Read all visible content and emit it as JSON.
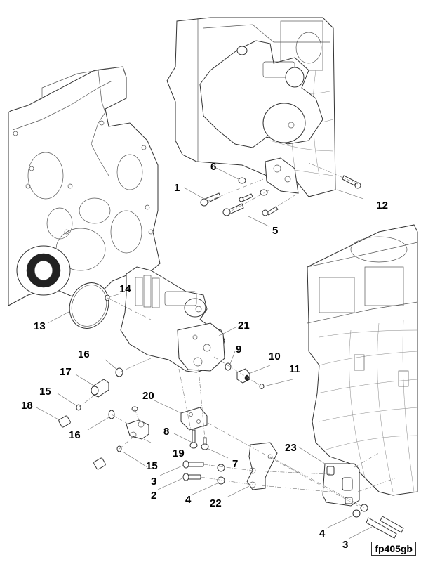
{
  "figure": {
    "code": "fp405gb",
    "type": "exploded parts diagram"
  },
  "assemblies": [
    {
      "name": "front-timing-cover"
    },
    {
      "name": "engine-block-rear-top"
    },
    {
      "name": "engine-block-lower-right"
    },
    {
      "name": "hydraulic-pump"
    }
  ],
  "callouts": [
    {
      "id": "c1",
      "label": "1"
    },
    {
      "id": "c6",
      "label": "6"
    },
    {
      "id": "c12",
      "label": "12"
    },
    {
      "id": "c5",
      "label": "5"
    },
    {
      "id": "c14",
      "label": "14"
    },
    {
      "id": "c13",
      "label": "13"
    },
    {
      "id": "c21",
      "label": "21"
    },
    {
      "id": "c16a",
      "label": "16"
    },
    {
      "id": "c9",
      "label": "9"
    },
    {
      "id": "c10",
      "label": "10"
    },
    {
      "id": "c11",
      "label": "11"
    },
    {
      "id": "c17",
      "label": "17"
    },
    {
      "id": "c15a",
      "label": "15"
    },
    {
      "id": "c20",
      "label": "20"
    },
    {
      "id": "c18",
      "label": "18"
    },
    {
      "id": "c16b",
      "label": "16"
    },
    {
      "id": "c8",
      "label": "8"
    },
    {
      "id": "c19",
      "label": "19"
    },
    {
      "id": "c15b",
      "label": "15"
    },
    {
      "id": "c7",
      "label": "7"
    },
    {
      "id": "c23",
      "label": "23"
    },
    {
      "id": "c3a",
      "label": "3"
    },
    {
      "id": "c2",
      "label": "2"
    },
    {
      "id": "c4a",
      "label": "4"
    },
    {
      "id": "c22",
      "label": "22"
    },
    {
      "id": "c4b",
      "label": "4"
    },
    {
      "id": "c3b",
      "label": "3"
    }
  ]
}
